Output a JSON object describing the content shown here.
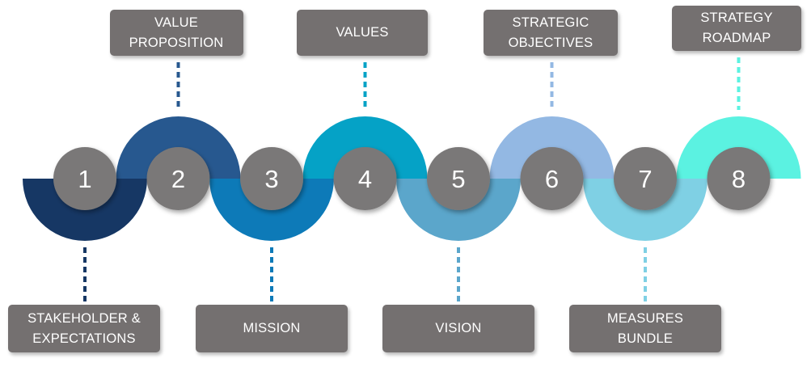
{
  "steps": [
    {
      "number": "1",
      "label_lines": [
        "STAKEHOLDER &",
        "EXPECTATIONS"
      ],
      "color": "#163764"
    },
    {
      "number": "2",
      "label_lines": [
        "VALUE",
        "PROPOSITION"
      ],
      "color": "#27588F"
    },
    {
      "number": "3",
      "label_lines": [
        "MISSION"
      ],
      "color": "#0D7AB8"
    },
    {
      "number": "4",
      "label_lines": [
        "VALUES"
      ],
      "color": "#05A2C6"
    },
    {
      "number": "5",
      "label_lines": [
        "VISION"
      ],
      "color": "#5BA6CB"
    },
    {
      "number": "6",
      "label_lines": [
        "STRATEGIC",
        "OBJECTIVES"
      ],
      "color": "#93B8E3"
    },
    {
      "number": "7",
      "label_lines": [
        "MEASURES",
        "BUNDLE"
      ],
      "color": "#7FD0E4"
    },
    {
      "number": "8",
      "label_lines": [
        "STRATEGY",
        "ROADMAP"
      ],
      "color": "#5BF2E1"
    }
  ],
  "colors": {
    "circle_fill": "#7A7878",
    "box_fill": "#747070",
    "text": "#FFFFFF"
  }
}
